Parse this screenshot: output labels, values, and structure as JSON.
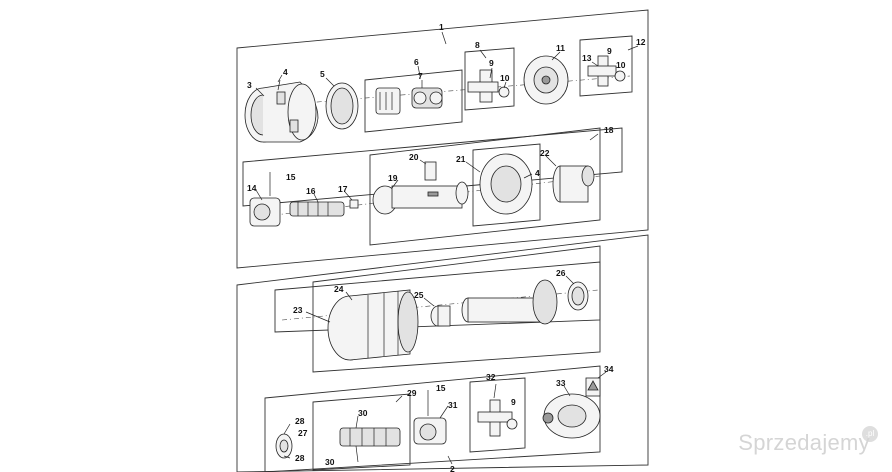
{
  "diagram": {
    "part_numbers": [
      "1",
      "2",
      "3",
      "4",
      "4",
      "5",
      "6",
      "7",
      "8",
      "9",
      "9",
      "9",
      "10",
      "10",
      "11",
      "12",
      "13",
      "14",
      "15",
      "15",
      "16",
      "17",
      "18",
      "19",
      "20",
      "21",
      "22",
      "23",
      "24",
      "25",
      "26",
      "27",
      "28",
      "28",
      "29",
      "30",
      "30",
      "31",
      "32",
      "33",
      "34"
    ]
  },
  "watermark": {
    "text": "Sprzedajemy",
    "badge": ".pl"
  }
}
